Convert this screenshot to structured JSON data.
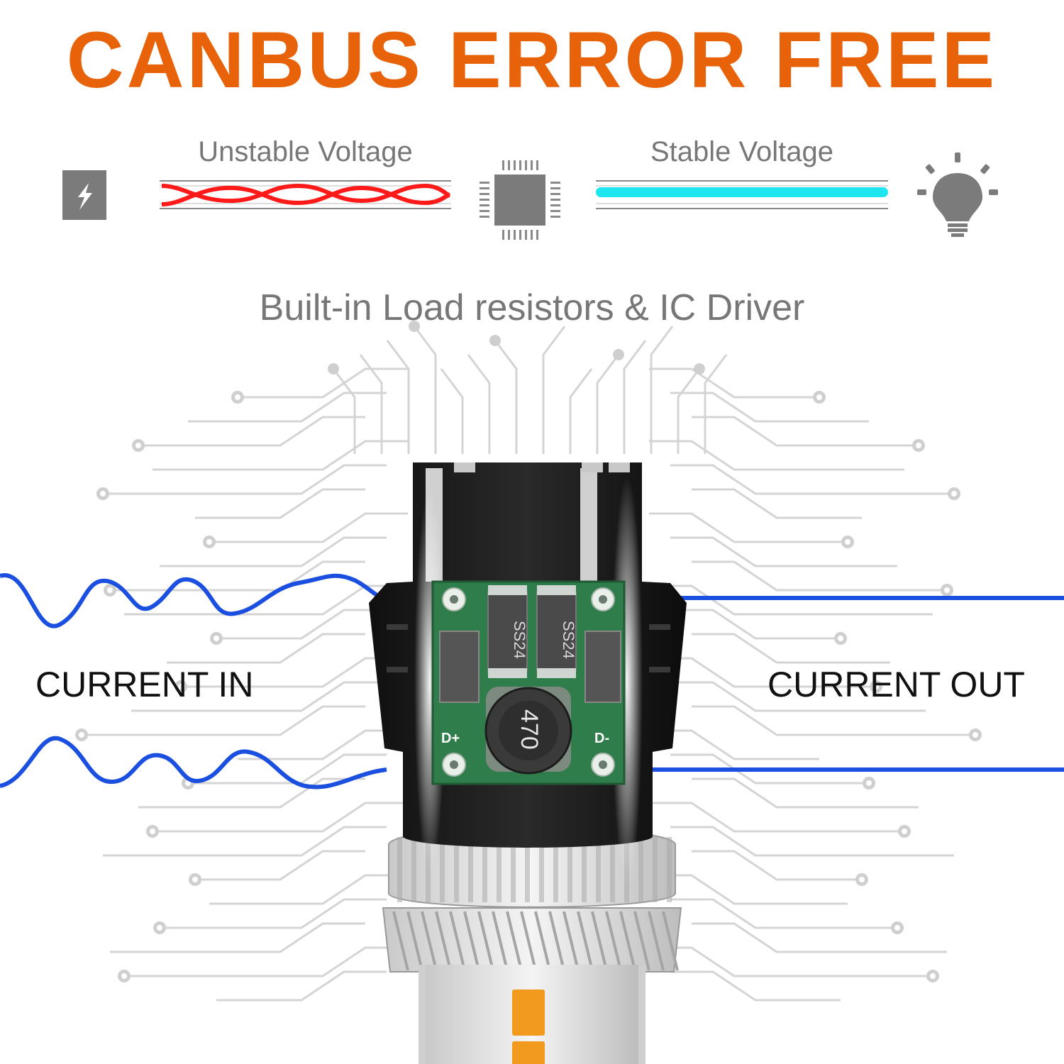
{
  "headline": {
    "text": "CANBUS ERROR FREE",
    "color": "#e8620a"
  },
  "voltage_bar": {
    "unstable_label": "Unstable Voltage",
    "stable_label": "Stable Voltage",
    "unstable_color": "#ff1a1a",
    "stable_color": "#1de6f0",
    "input_icon": "lightning-icon",
    "chip_icon": "chip-icon",
    "output_icon": "light-bulb-icon"
  },
  "subtitle": "Built-in Load resistors & IC Driver",
  "product": {
    "current_in_label": "CURRENT IN",
    "current_out_label": "CURRENT OUT",
    "diode_marking": "SS24",
    "inductor_marking": "470",
    "pad_plus": "D+",
    "pad_minus": "D-",
    "wave_color": "#1a4fe0",
    "accent_led_color": "#f29a1e"
  }
}
